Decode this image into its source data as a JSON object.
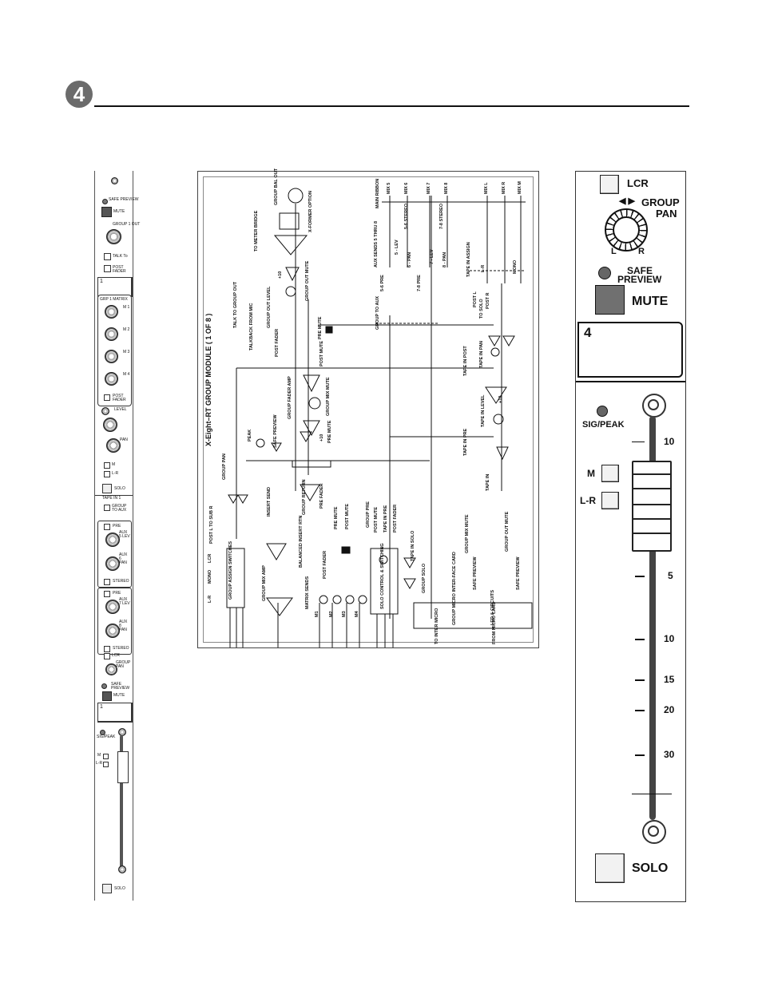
{
  "chapter": {
    "number": "4"
  },
  "strip": {
    "safe_preview": "SAFE PREVIEW",
    "mute": "MUTE",
    "group_out": "GROUP 1 OUT",
    "talk_to": "TALK To",
    "post_fader": "POST FADER",
    "channel_number": "1",
    "matrix_header": "GRP 1 MATRIX",
    "matrix_labels": [
      "M 1",
      "M 2",
      "M 3",
      "M 4"
    ],
    "matrix_post_fader": "POST FADER",
    "level": "LEVEL",
    "pan": "PAN",
    "m": "M",
    "lr": "L-R",
    "solo": "SOLO",
    "tape_in": "TAPE IN 1",
    "group_to_aux": "GROUP TO AUX",
    "pre": "PRE",
    "aux5": "AUX 5 LEV",
    "aux6": "AUX 6 PAN",
    "stereo": "STEREO",
    "pre2": "PRE",
    "aux7": "AUX 7 LEV",
    "aux8": "AUX 8 PAN",
    "stereo2": "STEREO",
    "lcr": "LCR",
    "group_pan": "GROUP PAN",
    "safe_preview2": "SAFE PREVIEW",
    "mute2": "MUTE",
    "channel_number2": "1",
    "sig_peak": "SIG/PEAK",
    "m2": "M",
    "lr2": "L-R",
    "solo2": "SOLO"
  },
  "diagram": {
    "title": "X-Eight–RT GROUP MODULE ( 1 OF 8 )",
    "labels": {
      "group_bal_out": "GROUP BAL OUT",
      "xformer_option": "X-FORMER OPTION",
      "to_meter_bridge": "TO METER BRIDGE",
      "plus10_top": "+10",
      "group_out_mute": "GROUP OUT MUTE",
      "talkback_from_mic": "TALKBACK FROM MIC",
      "talk_to_group_out": "TALK TO GROUP OUT",
      "group_out_level": "GROUP OUT LEVEL",
      "post_fader": "POST FADER",
      "pre_mute": "PRE MUTE",
      "post_mute": "POST MUTE",
      "group_fader_amp": "GROUP FADER AMP",
      "group_mix_mute": "GROUP MIX MUTE",
      "plus10_mid": "+10",
      "pre_mute2": "PRE MUTE",
      "peak": "PEAK",
      "safe_preview": "SAFE PREVIEW",
      "insert_send": "INSERT SEND",
      "group_pan": "GROUP PAN",
      "pre_fader": "PRE FADER",
      "group_return": "GROUP RETURN",
      "balanced_insert_rtn": "BALANCED INSERT RTN",
      "group_mix_amp": "GROUP MIX AMP",
      "group_assign_switches": "GROUP ASSIGN SWITCHES",
      "lcr": "LCR",
      "mono": "MONO",
      "lr": "L-R",
      "post_l_to_bus": "POST L TO SUB R",
      "matrix_sends": "MATRIX SENDS",
      "m1": "M1",
      "m2": "M2",
      "m3": "M3",
      "m4": "M4",
      "post_fader2": "POST FADER",
      "pre_mute3": "PRE MUTE",
      "post_mute2": "POST MUTE",
      "solo_control": "SOLO CONTROL & SWITCHING",
      "group_pre": "GROUP PRE",
      "post_mute3": "POST MUTE",
      "tape_in_pre": "TAPE IN PRE",
      "post_fader3": "POST FADER",
      "group_solo": "GROUP SOLO",
      "tape_in_solo": "TAPE IN SOLO",
      "group_mix_mute2": "GROUP MIX MUTE",
      "safe_preview2": "SAFE PREVIEW",
      "group_out_mute2": "GROUP OUT MUTE",
      "safe_preview3": "SAFE PREVIEW",
      "group_micro_interface_card": "GROUP MICRO INTER-FACE CARD",
      "led_circuits": "LED & CIRCUITS",
      "to_inter_micro": "TO INTER MICRO",
      "from_micro_card": "FROM MICRO CARD",
      "main_ribbon": "MAIN RIBBON",
      "aux_sends": "AUX SENDS 5 THRU 8",
      "mix5": "MIX 5",
      "mix6": "MIX 6",
      "mix7": "MIX 7",
      "mix8": "MIX 8",
      "mixl": "MIX L",
      "mixr": "MIX R",
      "mixm": "MIX M",
      "five_lev": "5 - LEV",
      "six_pan": "6 - PAN",
      "seven_lev": "7 - LEV",
      "eight_pan": "8 - PAN",
      "stereo56": "5-6 STEREO",
      "stereo78": "7-8 STEREO",
      "pre56": "5-6 PRE",
      "pre78": "7-8 PRE",
      "group_to_aux": "GROUP TO AUX",
      "tape_in_assign": "TAPE IN ASSIGN",
      "lr_assign": "L-R",
      "mono_assign": "MONO",
      "post_l": "POST L",
      "to_solo": "TO SOLO",
      "post_r": "POST R",
      "tape_in_pan": "TAPE IN PAN",
      "tape_in_post": "TAPE IN POST",
      "plus10_right": "+10",
      "tape_in_level": "TAPE IN LEVEL",
      "tape_in_pre2": "TAPE IN PRE",
      "tape_in": "TAPE IN"
    }
  },
  "big_strip": {
    "lcr": "LCR",
    "group_pan_1": "GROUP",
    "group_pan_2": "PAN",
    "pan_l": "L",
    "pan_r": "R",
    "safe_preview_1": "SAFE",
    "safe_preview_2": "PREVIEW",
    "mute": "MUTE",
    "channel_number": "4",
    "sig_peak": "SIG/PEAK",
    "m": "M",
    "lr": "L-R",
    "scale": [
      "10",
      "5",
      "10",
      "15",
      "20",
      "30"
    ],
    "solo": "SOLO"
  }
}
